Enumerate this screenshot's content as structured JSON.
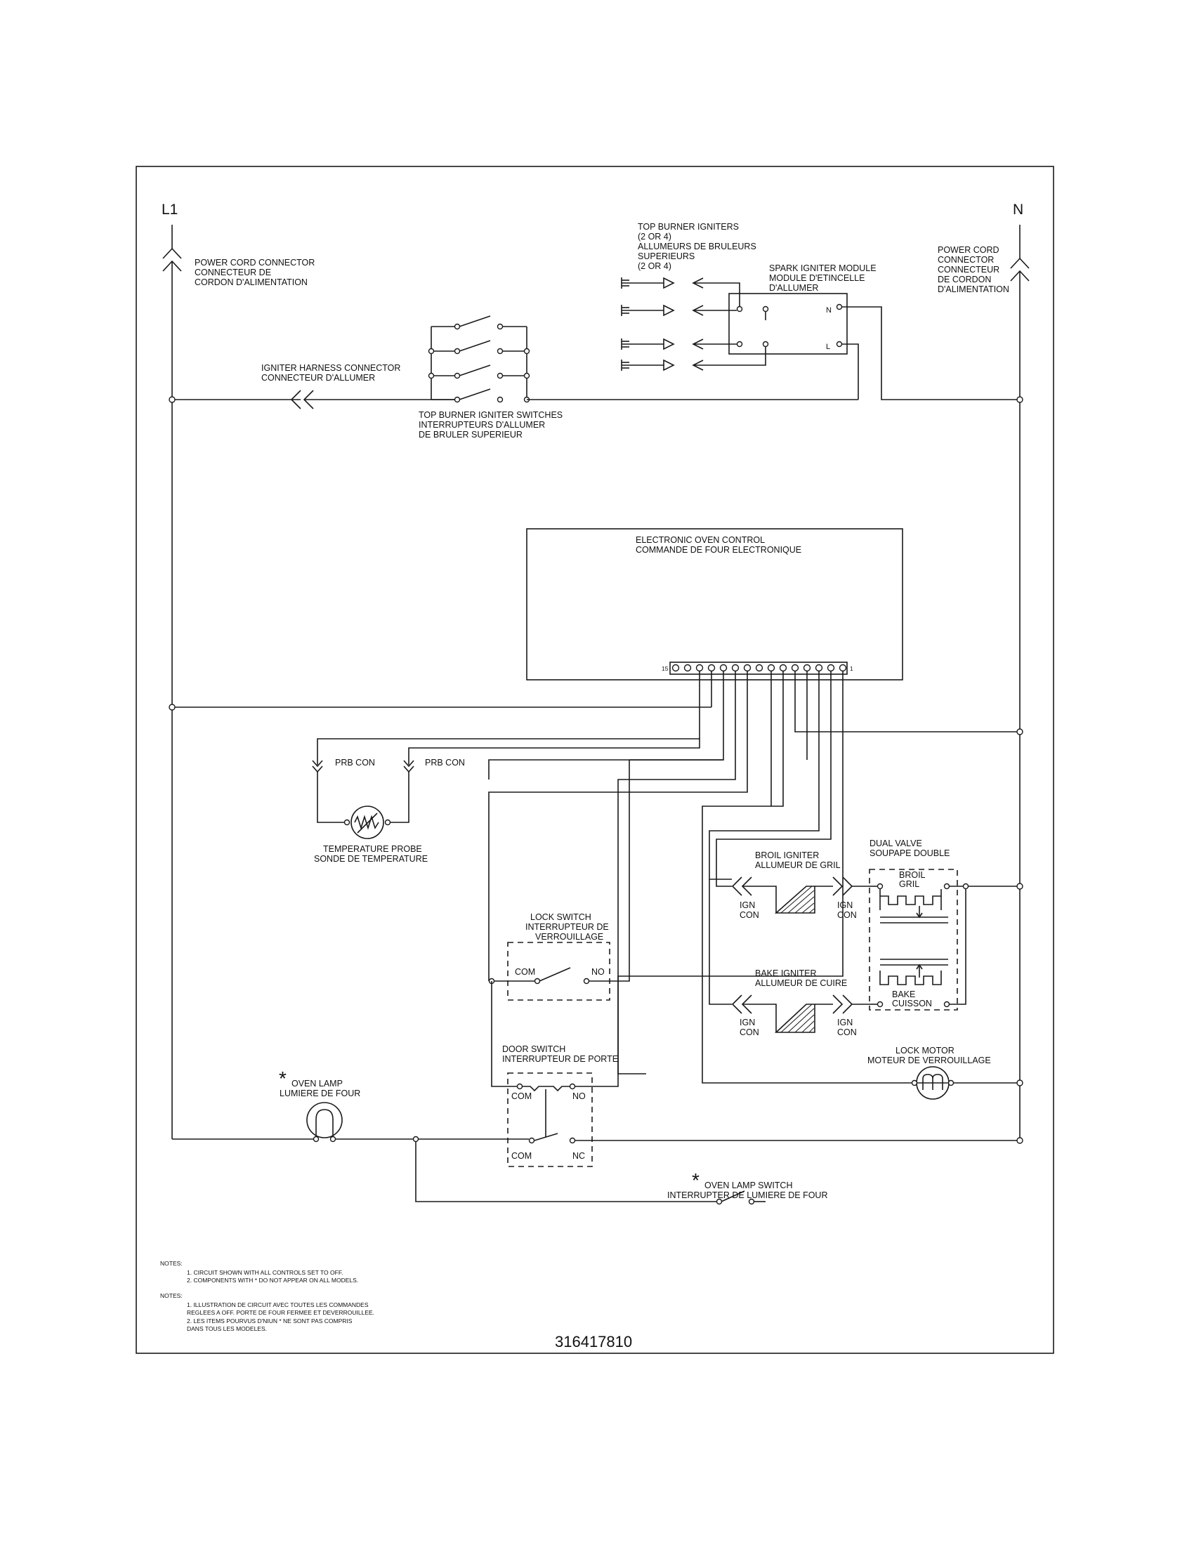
{
  "lines": {
    "l1": "L1",
    "n": "N"
  },
  "labels": {
    "pc_left": [
      "POWER CORD CONNECTOR",
      "CONNECTEUR DE",
      "CORDON D'ALIMENTATION"
    ],
    "pc_right": [
      "POWER CORD",
      "CONNECTOR",
      "CONNECTEUR",
      "DE CORDON",
      "D'ALIMENTATION"
    ],
    "top_igniters": [
      "TOP BURNER IGNITERS",
      "(2 OR 4)",
      "ALLUMEURS DE BRULEURS",
      "SUPERIEURS",
      "(2 OR 4)"
    ],
    "spark_module": [
      "SPARK IGNITER MODULE",
      "MODULE D'ETINCELLE",
      "D'ALLUMER"
    ],
    "module_n": "N",
    "module_l": "L",
    "igniter_harness": [
      "IGNITER HARNESS CONNECTOR",
      "CONNECTEUR D'ALLUMER"
    ],
    "top_switches": [
      "TOP BURNER IGNITER SWITCHES",
      "INTERRUPTEURS D'ALLUMER",
      "DE BRULER SUPERIEUR"
    ],
    "oven_control": [
      "ELECTRONIC OVEN CONTROL",
      "COMMANDE DE FOUR ELECTRONIQUE"
    ],
    "pin_first": "15",
    "pin_last": "1",
    "prb_con": "PRB CON",
    "temp_probe": [
      "TEMPERATURE PROBE",
      "SONDE DE TEMPERATURE"
    ],
    "broil_igniter": [
      "BROIL IGNITER",
      "ALLUMEUR DE GRIL"
    ],
    "bake_igniter": [
      "BAKE IGNITER",
      "ALLUMEUR DE CUIRE"
    ],
    "ign_con": [
      "IGN",
      "CON"
    ],
    "dual_valve": [
      "DUAL VALVE",
      "SOUPAPE DOUBLE"
    ],
    "broil_gril": [
      "BROIL",
      "GRIL"
    ],
    "bake_cuisson": [
      "BAKE",
      "CUISSON"
    ],
    "lock_switch": [
      "LOCK SWITCH",
      "INTERRUPTEUR DE",
      "VERROUILLAGE"
    ],
    "com": "COM",
    "no": "NO",
    "nc": "NC",
    "door_switch": [
      "DOOR SWITCH",
      "INTERRUPTEUR DE PORTE"
    ],
    "lock_motor": [
      "LOCK MOTOR",
      "MOTEUR DE VERROUILLAGE"
    ],
    "oven_lamp": [
      "OVEN LAMP",
      "LUMIERE DE FOUR"
    ],
    "oven_lamp_switch": [
      "OVEN LAMP SWITCH",
      "INTERRUPTER DE LUMIERE DE FOUR"
    ],
    "asterisk": "*"
  },
  "notes": {
    "heading": "NOTES:",
    "en": [
      "1.   CIRCUIT SHOWN WITH ALL CONTROLS SET TO OFF.",
      "2.   COMPONENTS WITH * DO NOT APPEAR ON ALL MODELS."
    ],
    "fr": [
      "1.   ILLUSTRATION DE CIRCUIT AVEC TOUTES LES COMMANDES",
      "      REGLEES A OFF.   PORTE DE FOUR FERMEE ET DEVERROUILLEE.",
      "2.   LES ITEMS POURVUS D'NIUN * NE SONT PAS COMPRIS",
      "      DANS TOUS LES MODELES."
    ]
  },
  "part_number": "316417810"
}
